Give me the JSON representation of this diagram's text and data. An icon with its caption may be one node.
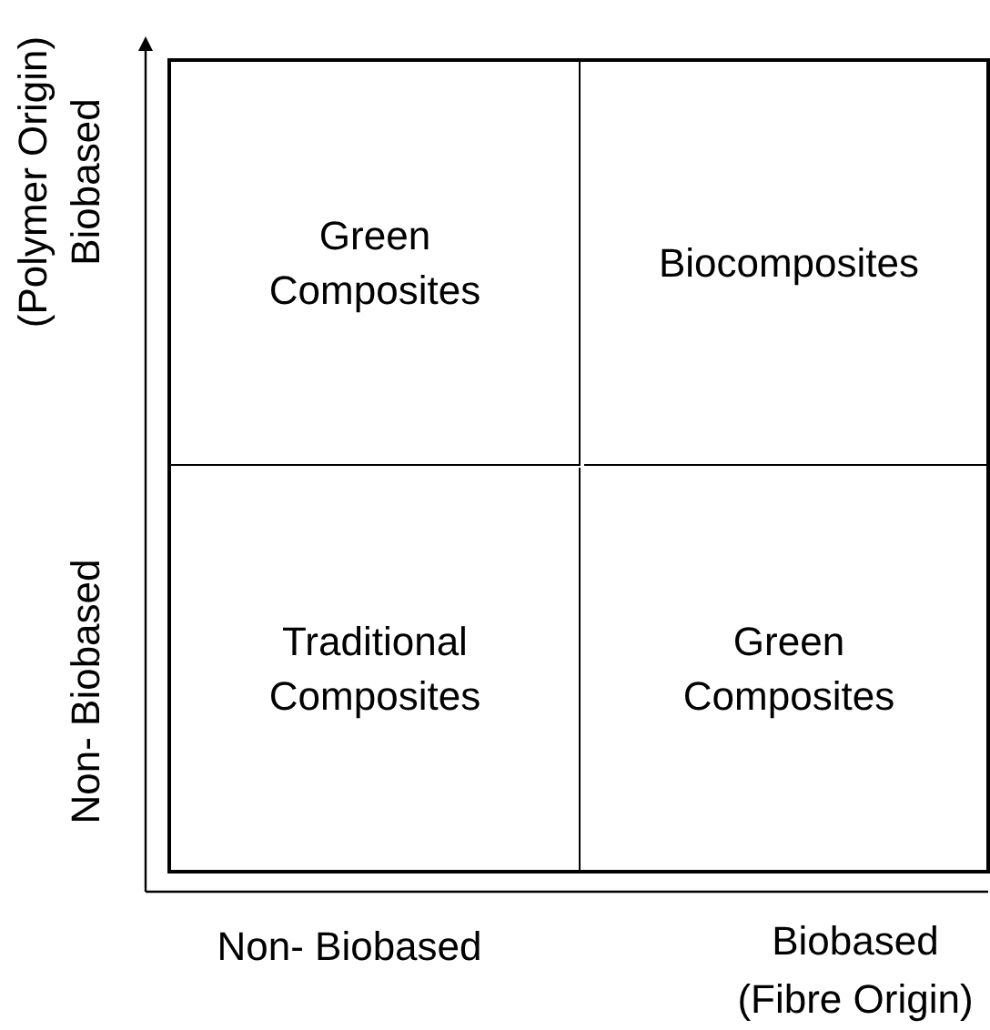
{
  "diagram": {
    "nodes": [
      {
        "text": [
          "Green Composites"
        ]
      },
      {
        "text": [
          "Biocomposites"
        ]
      },
      {
        "text": [
          "Traditional Composites"
        ]
      },
      {
        "text": [
          "Green Composites"
        ]
      }
    ],
    "labels": [
      "(Polymer Origin)",
      "Biobased",
      "Non- Biobased",
      "Non- Biobased",
      "Biobased",
      "(Fibre Origin)"
    ]
  }
}
